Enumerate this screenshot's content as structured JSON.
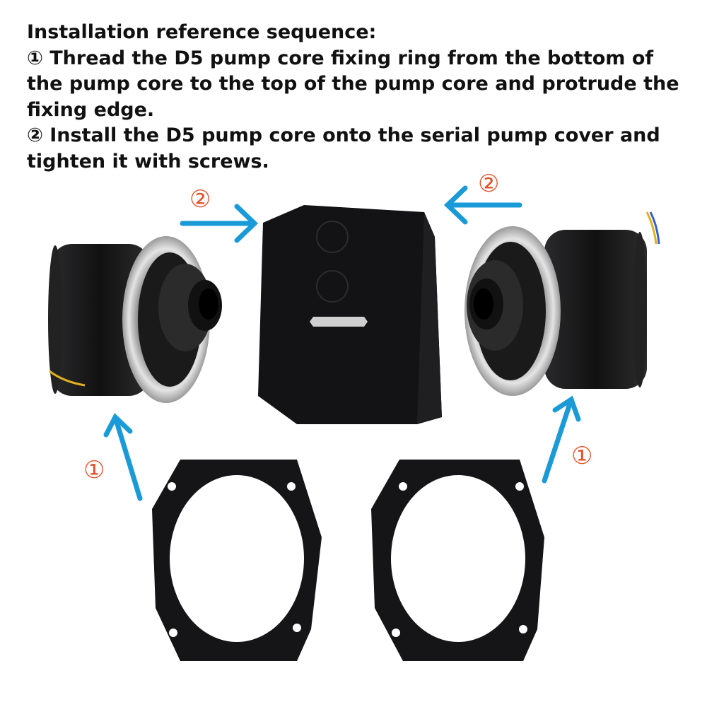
{
  "heading": "Installation reference sequence:",
  "steps": [
    "① Thread the D5 pump core fixing ring from the bottom of the pump core to the top of the pump core and protrude the fixing edge.",
    "② Install the D5 pump core onto the serial pump cover and tighten it with screws."
  ],
  "markers": {
    "step1": "①",
    "step2": "②"
  },
  "colors": {
    "arrow": "#1a9ad6",
    "marker": "#e0542c",
    "part": "#1b1b1d",
    "metal": "#c9c9c9"
  },
  "icons": [
    "arrow-right-icon",
    "arrow-left-icon",
    "arrow-up-icon"
  ]
}
